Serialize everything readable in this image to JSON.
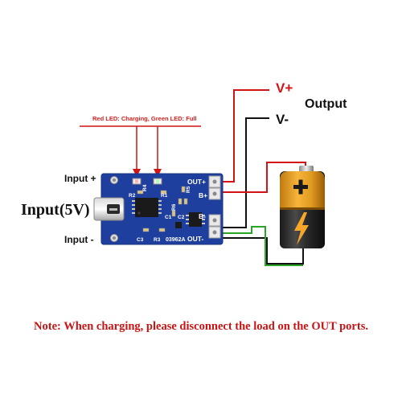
{
  "labels": {
    "led_note": "Red LED: Charging, Green LED: Full",
    "v_plus": "V+",
    "v_minus": "V-",
    "output": "Output",
    "input_plus": "Input +",
    "input_5v": "Input(5V)",
    "input_minus": "Input -"
  },
  "board": {
    "color": "#1f3f9e",
    "silk": {
      "out_plus": "OUT+",
      "out_minus": "OUT-",
      "b_plus": "B+",
      "b_minus": "B-",
      "r2": "R2",
      "r1": "R1",
      "r3": "R3",
      "r4": "R4",
      "r5": "R5",
      "r6": "R6",
      "c1": "C1",
      "c2": "C2",
      "c3": "C3",
      "code": "03962A"
    }
  },
  "wire_colors": {
    "red": "#d11414",
    "black": "#111111",
    "green": "#2aa52a"
  },
  "note": "Note: When charging, please disconnect the load on the OUT ports."
}
